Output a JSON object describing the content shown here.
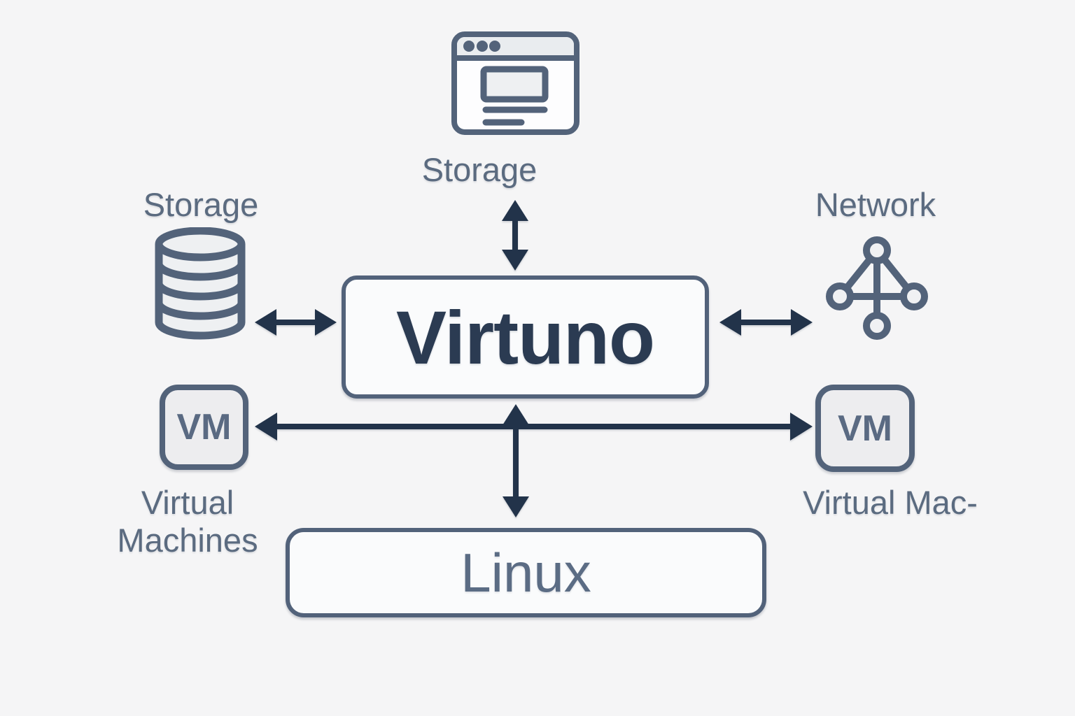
{
  "page": {
    "background_color": "#f5f5f6"
  },
  "colors": {
    "slate_border": "#53637a",
    "label_text": "#5b6b80",
    "arrow_navy": "#22334a",
    "virtuno_text": "#2b3b52",
    "box_fill": "#fafbfc",
    "vm_fill": "#ededef",
    "icon_fill": "#eef0f2"
  },
  "nodes": {
    "storage_top": {
      "label": "Storage",
      "icon": "browser-window-icon"
    },
    "storage_left": {
      "label": "Storage",
      "icon": "database-icon"
    },
    "network": {
      "label": "Network",
      "icon": "network-nodes-icon"
    },
    "virtuno": {
      "label": "Virtuno"
    },
    "vm_left": {
      "badge": "VM",
      "label_line1": "Virtual",
      "label_line2": "Machines"
    },
    "vm_right": {
      "badge": "VM",
      "label": "Virtual Mac-"
    },
    "linux": {
      "label": "Linux"
    }
  },
  "edges": [
    {
      "from": "storage-top",
      "to": "virtuno",
      "direction": "bidirectional"
    },
    {
      "from": "storage-left",
      "to": "virtuno",
      "direction": "bidirectional"
    },
    {
      "from": "virtuno",
      "to": "network",
      "direction": "bidirectional"
    },
    {
      "from": "vm-left",
      "to": "vm-right",
      "direction": "bidirectional"
    },
    {
      "from": "virtuno",
      "to": "linux",
      "direction": "bidirectional"
    }
  ]
}
